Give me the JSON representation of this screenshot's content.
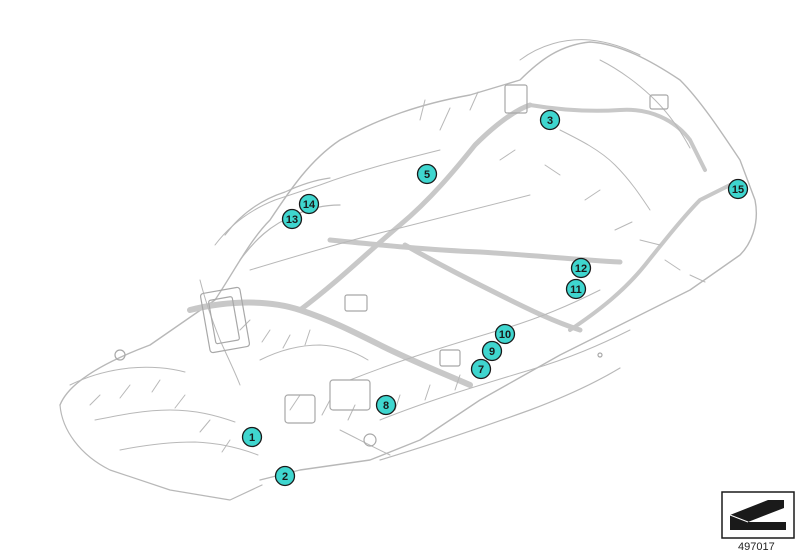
{
  "diagram": {
    "callouts": [
      {
        "id": "1",
        "label": "1"
      },
      {
        "id": "2",
        "label": "2"
      },
      {
        "id": "3",
        "label": "3"
      },
      {
        "id": "5",
        "label": "5"
      },
      {
        "id": "7",
        "label": "7"
      },
      {
        "id": "8",
        "label": "8"
      },
      {
        "id": "9",
        "label": "9"
      },
      {
        "id": "10",
        "label": "10"
      },
      {
        "id": "11",
        "label": "11"
      },
      {
        "id": "12",
        "label": "12"
      },
      {
        "id": "13",
        "label": "13"
      },
      {
        "id": "14",
        "label": "14"
      },
      {
        "id": "15",
        "label": "15"
      }
    ],
    "callout_fill": "#3fd6cf",
    "callout_stroke": "#1a1a1a",
    "harness_color": "#b8b8b8"
  },
  "footer": {
    "reference_number": "497017",
    "corner_icon": "folded-corner-arrow-icon"
  }
}
